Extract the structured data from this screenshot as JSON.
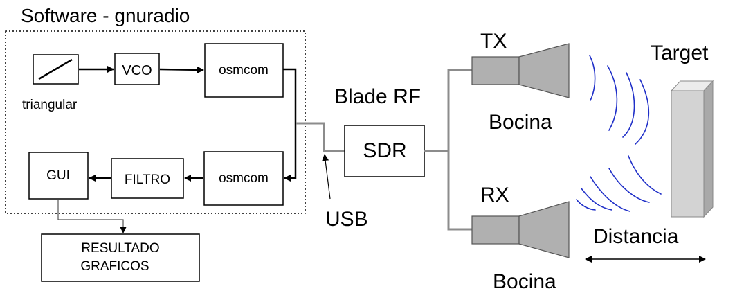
{
  "title": "Software - gnuradio",
  "software_blocks": {
    "triangular_label": "triangular",
    "vco": "VCO",
    "osmcom_tx": "osmcom",
    "osmcom_rx": "osmcom",
    "filtro": "FILTRO",
    "gui": "GUI"
  },
  "resultado": {
    "line1": "RESULTADO",
    "line2": "GRAFICOS"
  },
  "hardware": {
    "blade_rf": "Blade RF",
    "sdr": "SDR",
    "usb": "USB"
  },
  "antennas": {
    "tx_label": "TX",
    "rx_label": "RX",
    "tx_bocina": "Bocina",
    "rx_bocina": "Bocina"
  },
  "target": {
    "label": "Target",
    "distance_label": "Distancia"
  },
  "colors": {
    "wave": "#1f2fc8",
    "horn_fill": "#b0b0b0",
    "cable": "#8c8c8c",
    "target_front": "#d3d3d3",
    "target_side": "#a9a9a9",
    "target_top": "#ececec"
  }
}
